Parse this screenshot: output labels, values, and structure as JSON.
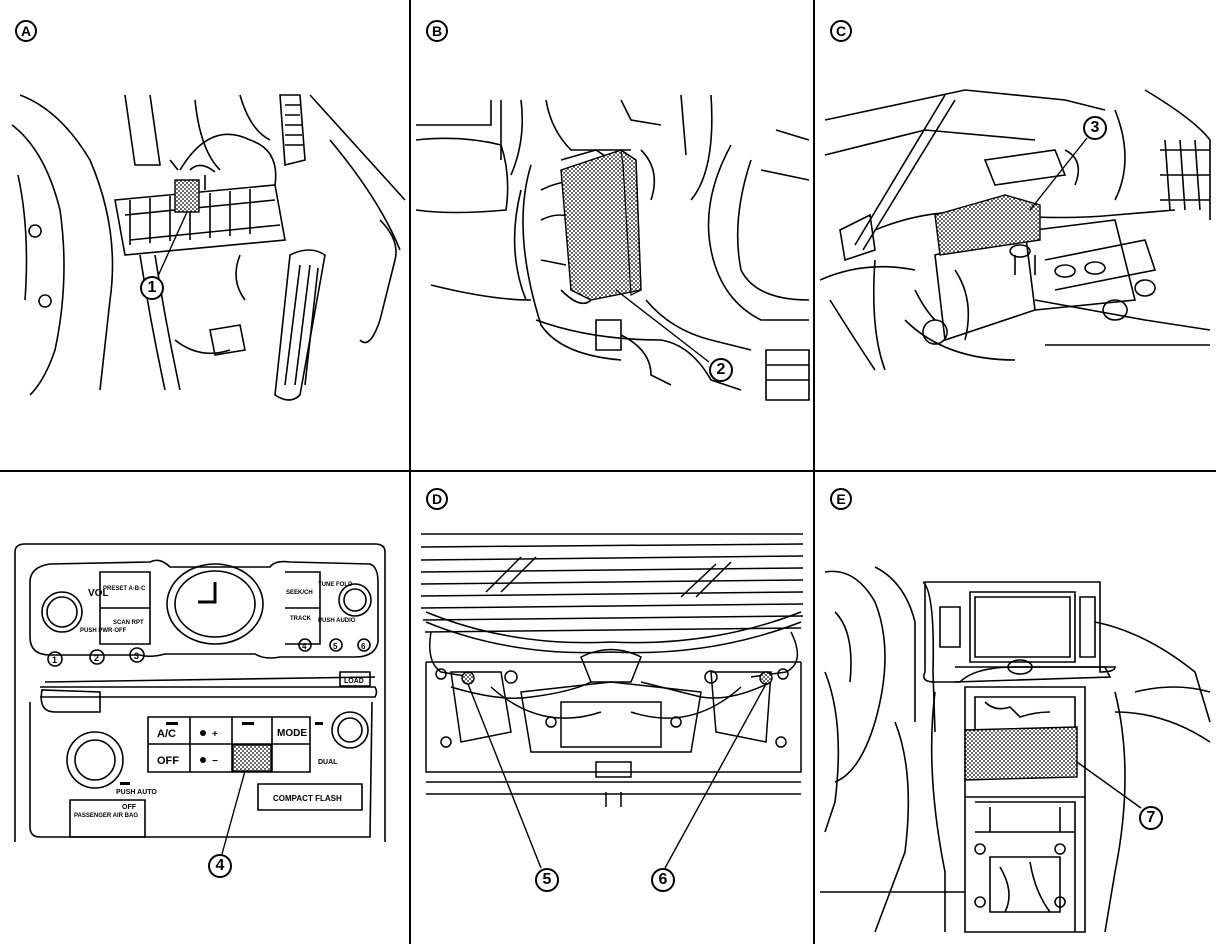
{
  "panels": [
    {
      "letter": "A",
      "callouts": [
        "1"
      ]
    },
    {
      "letter": "B",
      "callouts": [
        "2"
      ]
    },
    {
      "letter": "C",
      "callouts": [
        "3"
      ]
    },
    {
      "letter": "",
      "callouts": [
        "4"
      ]
    },
    {
      "letter": "D",
      "callouts": [
        "5",
        "6"
      ]
    },
    {
      "letter": "E",
      "callouts": [
        "7"
      ]
    }
  ],
  "control_panel": {
    "vol": "VOL",
    "preset_apsc": "PRESET A·B·C",
    "push_pwr": "PUSH PWR·OFF",
    "scan_rpt": "SCAN RPT",
    "seek_ch": "SEEK/CH",
    "tune_fold": "TUNE FOLD",
    "track": "TRACK",
    "push_audio": "PUSH AUDIO",
    "presets_left": [
      "1",
      "2",
      "3"
    ],
    "presets_right": [
      "4",
      "5",
      "6"
    ],
    "load": "LOAD",
    "ac": "A/C",
    "off": "OFF",
    "fan_plus": "+",
    "fan_minus": "−",
    "mode": "MODE",
    "push_auto": "PUSH AUTO",
    "dual": "DUAL",
    "compact_flash": "COMPACT FLASH",
    "passenger_air_bag": "PASSENGER AIR BAG",
    "airbag_off": "OFF"
  },
  "colors": {
    "ink": "#000000",
    "hatch": "#8a8a8a",
    "background": "#ffffff"
  }
}
